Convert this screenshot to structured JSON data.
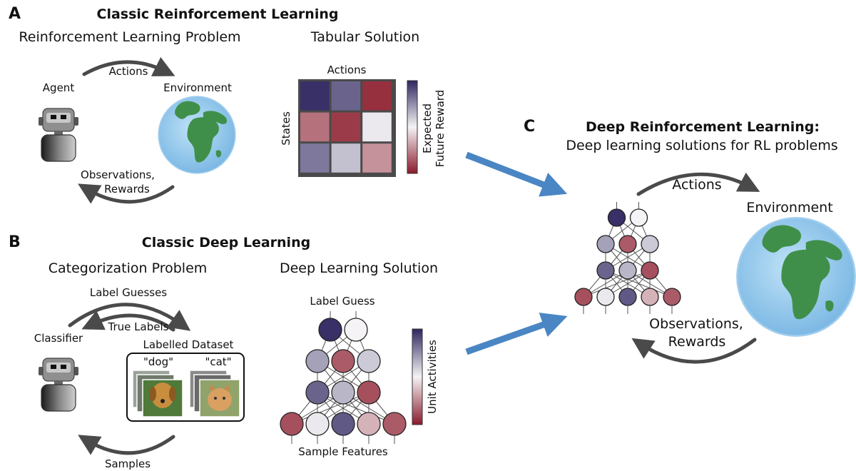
{
  "panel_a": {
    "letter": "A",
    "title": "Classic Reinforcement Learning",
    "problem_title": "Reinforcement Learning Problem",
    "solution_title": "Tabular Solution",
    "actions": "Actions",
    "agent": "Agent",
    "environment": "Environment",
    "observations": "Observations,",
    "rewards": "Rewards",
    "table_actions": "Actions",
    "table_states": "States",
    "colorbar_line1": "Expected",
    "colorbar_line2": "Future Reward",
    "table_values": [
      [
        0.95,
        0.7,
        -0.9
      ],
      [
        -0.6,
        -0.85,
        0.05
      ],
      [
        0.6,
        0.25,
        -0.45
      ]
    ]
  },
  "panel_b": {
    "letter": "B",
    "title": "Classic Deep Learning",
    "problem_title": "Categorization Problem",
    "solution_title": "Deep Learning Solution",
    "label_guesses": "Label Guesses",
    "true_labels": "True Labels",
    "classifier": "Classifier",
    "labelled_dataset": "Labelled Dataset",
    "dog": "\"dog\"",
    "cat": "\"cat\"",
    "samples": "Samples",
    "label_guess": "Label Guess",
    "sample_features": "Sample Features",
    "unit_activities": "Unit Activities",
    "network_activations": [
      [
        0.95,
        0.0
      ],
      [
        0.4,
        -0.7,
        0.2
      ],
      [
        0.7,
        0.3,
        -0.75
      ],
      [
        -0.75,
        0.05,
        0.75,
        -0.3,
        -0.7
      ]
    ]
  },
  "panel_c": {
    "letter": "C",
    "title": "Deep Reinforcement Learning:",
    "subtitle": "Deep learning solutions for RL problems",
    "actions": "Actions",
    "environment": "Environment",
    "observations": "Observations,",
    "rewards": "Rewards",
    "network_activations": [
      [
        0.95,
        0.0
      ],
      [
        0.4,
        -0.7,
        0.2
      ],
      [
        0.7,
        0.3,
        -0.75
      ],
      [
        -0.75,
        0.05,
        0.75,
        -0.3,
        -0.7
      ]
    ]
  },
  "colors": {
    "positive": "#2e2660",
    "neutral": "#f5f3f5",
    "negative": "#8b1a2b",
    "arrow_blue": "#4a86c3",
    "arrow_grey": "#4a4a4a",
    "ocean": "#8cc4ea",
    "land": "#3f8f4a"
  }
}
